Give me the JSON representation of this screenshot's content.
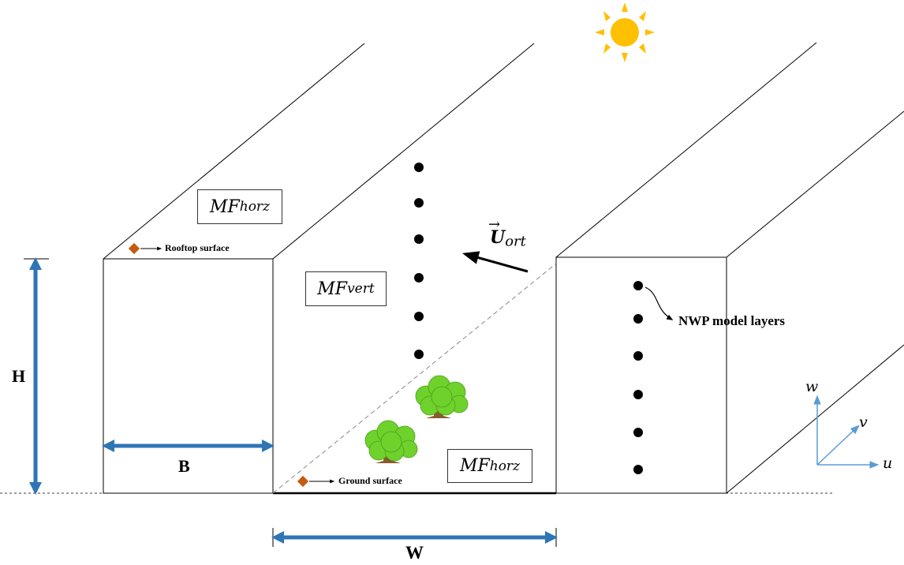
{
  "labels": {
    "mf_roof": {
      "base": "MF",
      "sub": "horz"
    },
    "mf_vertical": {
      "base": "MF",
      "sub": "vert"
    },
    "mf_ground": {
      "base": "MF",
      "sub": "horz"
    },
    "rooftop_surface": "Rooftop surface",
    "ground_surface": "Ground surface",
    "wind": {
      "base": "U",
      "sub": "ort"
    },
    "nwp_layers": "NWP model layers",
    "height": "H",
    "building_width": "B",
    "street_width": "W"
  },
  "axes": {
    "u": "u",
    "v": "v",
    "w": "w"
  },
  "colors": {
    "dimension_arrow": "#2e75b6",
    "axis_arrow": "#5b9bd5",
    "surface_marker": "#c55a11",
    "sun": "#ffc000",
    "tree_foliage": "#6fd12b",
    "tree_trunk": "#8b5a2b"
  },
  "icons": [
    "sun-icon",
    "tree-icon",
    "diamond-marker-icon"
  ]
}
